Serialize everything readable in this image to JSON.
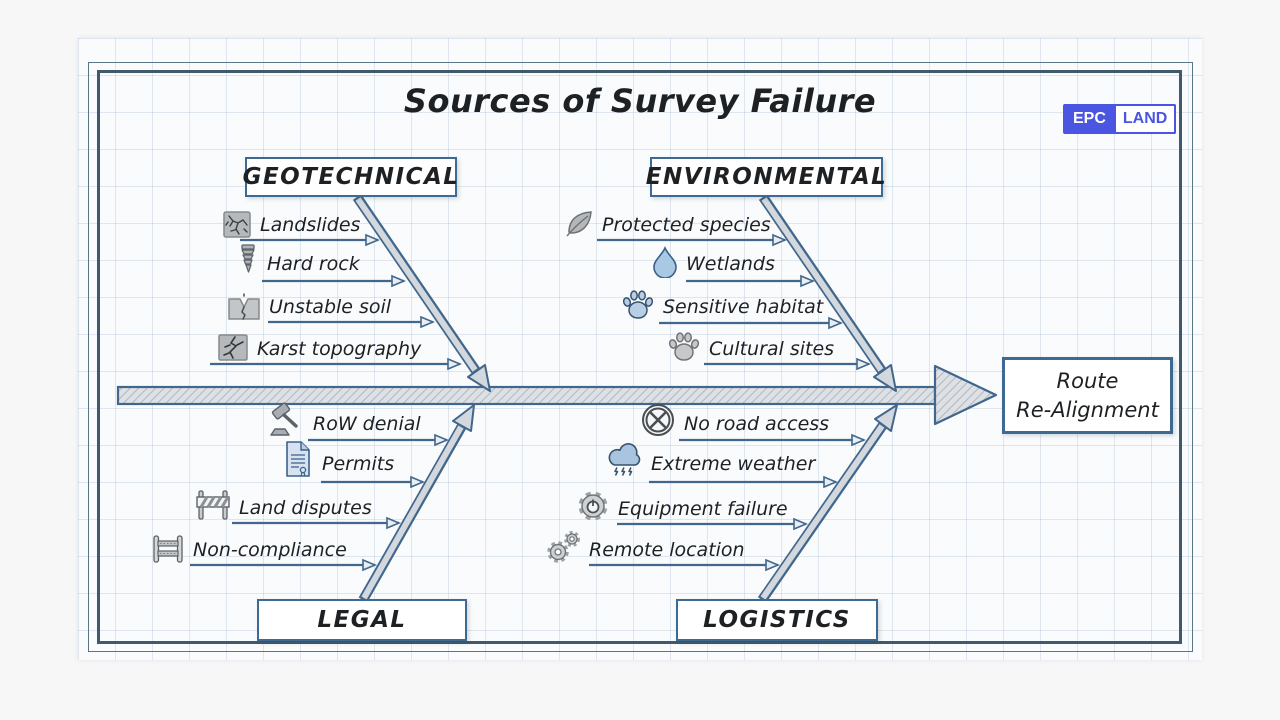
{
  "title": "Sources of Survey Failure",
  "logo": {
    "epc": "EPC",
    "land": "LAND"
  },
  "effect": {
    "line1": "Route",
    "line2": "Re-Alignment"
  },
  "categories": [
    {
      "name": "GEOTECHNICAL",
      "position": "top-left",
      "causes": [
        {
          "label": "Landslides",
          "icon": "cracked-ground-icon"
        },
        {
          "label": "Hard rock",
          "icon": "rock-drill-icon"
        },
        {
          "label": "Unstable soil",
          "icon": "soil-crack-icon"
        },
        {
          "label": "Karst topography",
          "icon": "karst-fissure-icon"
        }
      ]
    },
    {
      "name": "ENVIRONMENTAL",
      "position": "top-right",
      "causes": [
        {
          "label": "Protected species",
          "icon": "leaf-icon"
        },
        {
          "label": "Wetlands",
          "icon": "water-drop-icon"
        },
        {
          "label": "Sensitive habitat",
          "icon": "paw-print-icon"
        },
        {
          "label": "Cultural sites",
          "icon": "paw-print-icon"
        }
      ]
    },
    {
      "name": "LEGAL",
      "position": "bottom-left",
      "causes": [
        {
          "label": "RoW denial",
          "icon": "gavel-icon"
        },
        {
          "label": "Permits",
          "icon": "document-icon"
        },
        {
          "label": "Land disputes",
          "icon": "barrier-icon"
        },
        {
          "label": "Non-compliance",
          "icon": "fence-icon"
        }
      ]
    },
    {
      "name": "LOGISTICS",
      "position": "bottom-right",
      "causes": [
        {
          "label": "No road access",
          "icon": "no-entry-icon"
        },
        {
          "label": "Extreme weather",
          "icon": "storm-cloud-icon"
        },
        {
          "label": "Equipment failure",
          "icon": "gear-power-icon"
        },
        {
          "label": "Remote location",
          "icon": "gears-icon"
        }
      ]
    }
  ],
  "colors": {
    "accent_blue": "#3d6a95",
    "frame": "#40596b",
    "logo_blue": "#4a55e1",
    "spine_fill": "#d5dade",
    "ink": "#1e2124"
  }
}
